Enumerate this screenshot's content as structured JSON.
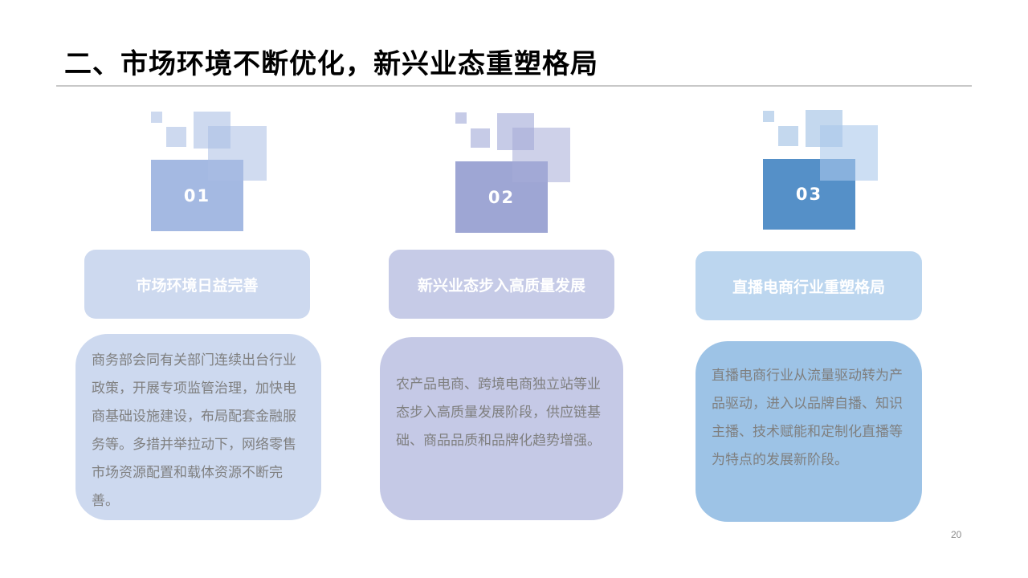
{
  "title": "二、市场环境不断优化，新兴业态重塑格局",
  "page_number": "20",
  "colors": {
    "c1": "#a4b9e2",
    "c2": "#9ea6d4",
    "c3": "#5590c8"
  },
  "columns": [
    {
      "number": "01",
      "heading": "市场环境日益完善",
      "text": "商务部会同有关部门连续出台行业政策，开展专项监管治理，加快电商基础设施建设，布局配套金融服务等。多措并举拉动下，网络零售市场资源配置和载体资源不断完善。"
    },
    {
      "number": "02",
      "heading": "新兴业态步入高质量发展",
      "text": "农产品电商、跨境电商独立站等业态步入高质量发展阶段，供应链基础、商品品质和品牌化趋势增强。"
    },
    {
      "number": "03",
      "heading": "直播电商行业重塑格局",
      "text": "直播电商行业从流量驱动转为产品驱动，进入以品牌自播、知识主播、技术赋能和定制化直播等为特点的发展新阶段。"
    }
  ]
}
